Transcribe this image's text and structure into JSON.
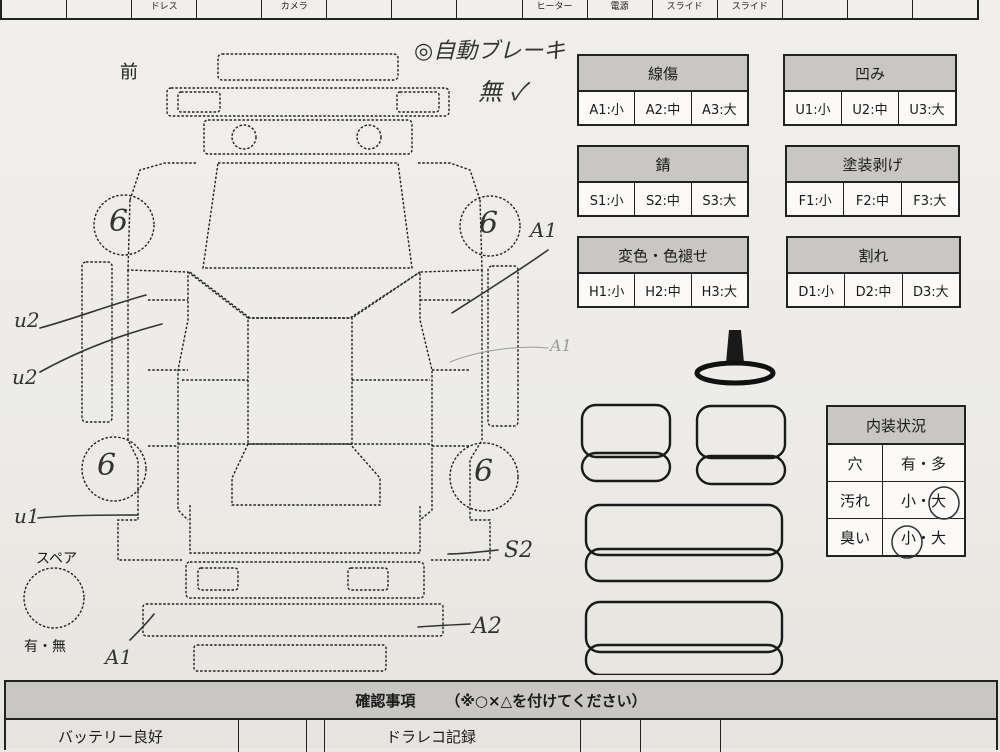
{
  "top_strip": [
    "",
    "",
    "ドレス",
    "",
    "カメラ",
    "",
    "",
    "",
    "ヒーター",
    "電源",
    "スライド",
    "スライド",
    "",
    "",
    ""
  ],
  "front_label": "前",
  "handwriting": {
    "brake_note": "◎自動ブレーキ",
    "brake_answer": "無 ✓",
    "mark_a1_right": "A1",
    "mark_u2_upper": "u2",
    "mark_u2_lower": "u2",
    "mark_u1": "u1",
    "mark_s2": "S2",
    "mark_a2": "A2",
    "mark_a1_bottom": "A1",
    "mark_faint_a1": "A1",
    "tire_fl": "6",
    "tire_fr": "6",
    "tire_rl": "6",
    "tire_rr": "6"
  },
  "legends": [
    {
      "title": "線傷",
      "cells": [
        "A1:小",
        "A2:中",
        "A3:大"
      ]
    },
    {
      "title": "凹み",
      "cells": [
        "U1:小",
        "U2:中",
        "U3:大"
      ]
    },
    {
      "title": "錆",
      "cells": [
        "S1:小",
        "S2:中",
        "S3:大"
      ]
    },
    {
      "title": "塗装剥げ",
      "cells": [
        "F1:小",
        "F2:中",
        "F3:大"
      ]
    },
    {
      "title": "変色・色褪せ",
      "cells": [
        "H1:小",
        "H2:中",
        "H3:大"
      ]
    },
    {
      "title": "割れ",
      "cells": [
        "D1:小",
        "D2:中",
        "D3:大"
      ]
    }
  ],
  "spare": {
    "label": "スペア",
    "options": "有・無"
  },
  "interior": {
    "title": "内装状況",
    "rows": [
      {
        "key": "穴",
        "value": "有・多"
      },
      {
        "key": "汚れ",
        "value": "小・大"
      },
      {
        "key": "臭い",
        "value": "小・大"
      }
    ]
  },
  "confirm": {
    "title": "確認事項",
    "note": "（※○×△を付けてください）",
    "row1_left": "バッテリー良好",
    "row1_mid": "ドラレコ記録"
  }
}
